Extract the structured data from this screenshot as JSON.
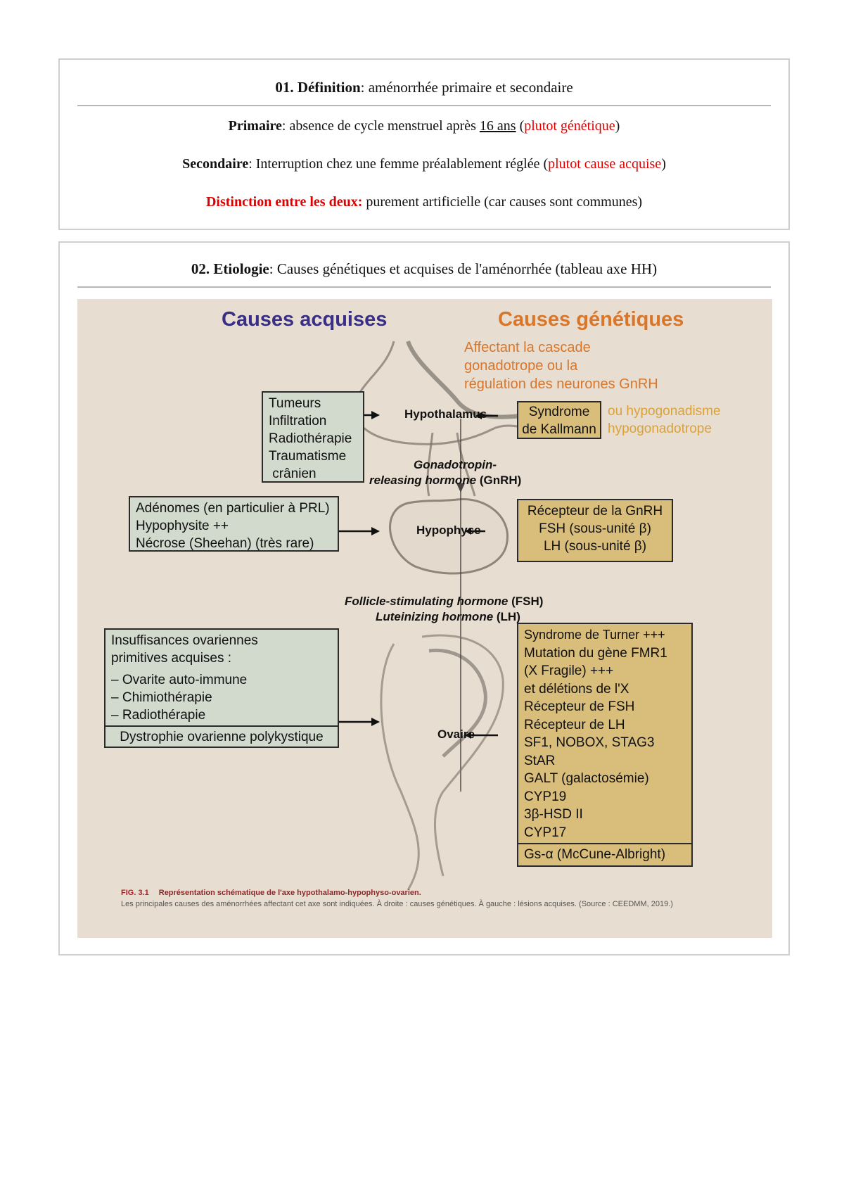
{
  "definition": {
    "number": "01. Définition",
    "topic": ": aménorrhée primaire et secondaire",
    "primary_label": "Primaire",
    "primary_text_a": ": absence de cycle menstruel après ",
    "primary_age": "16 ans",
    "primary_text_b": " (",
    "primary_note": "plutot génétique",
    "primary_text_c": ")",
    "secondary_label": "Secondaire",
    "secondary_text_a": ": Interruption chez une femme préalablement réglée (",
    "secondary_note": "plutot cause acquise",
    "secondary_text_b": ")",
    "distinction_label": "Distinction entre les deux:",
    "distinction_text": " purement artificielle (car causes sont communes)"
  },
  "etiology": {
    "number": "02. Etiologie",
    "topic": ": Causes génétiques et acquises de l'aménorrhée (tableau axe HH)"
  },
  "figure": {
    "acquired_title": "Causes acquises",
    "genetic_title": "Causes génétiques",
    "genetic_subtitle": [
      "Affectant la cascade",
      "gonadotrope ou la",
      "régulation des neurones GnRH"
    ],
    "hypothalamus_label": "Hypothalamus",
    "hypothalamus_acquired": [
      "Tumeurs",
      "Infiltration",
      "Radiothérapie",
      "Traumatisme",
      " crânien"
    ],
    "kallmann": [
      "Syndrome",
      "de Kallmann"
    ],
    "kallmann_note": [
      "ou hypogonadisme",
      "hypogonadotrope"
    ],
    "gnrh_label_1": "Gonadotropin-",
    "gnrh_label_2a": "releasing hormone",
    "gnrh_label_2b": " (GnRH)",
    "hypophyse_label": "Hypophyse",
    "hypophyse_acquired": [
      "Adénomes (en particulier à PRL)",
      "Hypophysite ++",
      "Nécrose (Sheehan) (très rare)"
    ],
    "hypophyse_genetic": [
      "Récepteur de la GnRH",
      "FSH (sous-unité β)",
      "LH (sous-unité β)"
    ],
    "fsh_label_a": "Follicle-stimulating hormone",
    "fsh_label_b": " (FSH)",
    "lh_label_a": "Luteinizing hormone",
    "lh_label_b": " (LH)",
    "ovaire_label": "Ovaire",
    "ovaire_acquired_title": [
      "Insuffisances ovariennes",
      "primitives acquises :"
    ],
    "ovaire_acquired_items": [
      "– Ovarite auto-immune",
      "– Chimiothérapie",
      "– Radiothérapie"
    ],
    "ovaire_acquired_footer": "Dystrophie ovarienne polykystique",
    "ovaire_genetic": [
      "Syndrome de Turner +++",
      "Mutation du gène FMR1",
      "(X Fragile) +++",
      "et délétions de l'X",
      "Récepteur de FSH",
      "Récepteur de LH",
      "SF1, NOBOX, STAG3",
      "StAR",
      "GALT (galactosémie)",
      "CYP19",
      "3β-HSD II",
      "CYP17"
    ],
    "ovaire_genetic_footer": "Gs-α (McCune-Albright)",
    "caption_num": "FIG. 3.1",
    "caption_title": "Représentation schématique de l'axe hypothalamo-hypophyso-ovarien.",
    "caption_text": "Les principales causes des aménorrhées affectant cet axe sont indiquées. À droite : causes génétiques. À gauche : lésions acquises. (Source : CEEDMM, 2019.)",
    "colors": {
      "background": "#e7ddd0",
      "acquired_title": "#3a2f86",
      "genetic_title": "#d9762a",
      "kallmann_note": "#d9a23a",
      "acquired_box": "#d2d9cd",
      "genetic_box": "#d9bd7a"
    }
  }
}
